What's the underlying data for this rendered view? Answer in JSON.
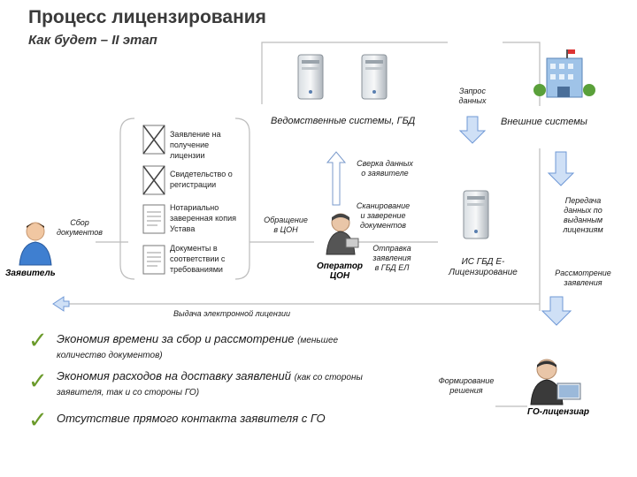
{
  "header": {
    "title": "Процесс лицензирования",
    "subtitle": "Как будет – II этап"
  },
  "nodes": {
    "request_data": "Запрос данных",
    "departmental": "Ведомственные системы, ГБД",
    "external": "Внешние системы",
    "check_data": "Сверка данных о заявителе",
    "collect_docs": "Сбор документов",
    "applicant": "Заявитель",
    "contact": "Обращение в ЦОН",
    "scan_docs": "Сканирование и заверение документов",
    "operator": "Оператор ЦОН",
    "send_app": "Отправка заявления в ГБД ЕЛ",
    "is_gbd": "ИС ГБД Е-Лицензирование",
    "transfer": "Передача данных по выданным лицензиям",
    "review": "Рассмотрение заявления",
    "issue": "Выдача электронной лицензии",
    "decision": "Формирование решения",
    "licensor": "ГО-лицензиар"
  },
  "documents": [
    "Заявление на получение лицензии",
    "Свидетельство о регистрации",
    "Нотариально заверенная копия Устава",
    "Документы в соответствии с требованиями"
  ],
  "benefits": [
    {
      "main": "Экономия времени  за сбор и рассмотрение",
      "note": "(меньшее",
      "cont": "количество документов)"
    },
    {
      "main": "Экономия расходов на доставку заявлений",
      "note": "(как со стороны",
      "cont": "заявителя, так и со стороны ГО)"
    },
    {
      "main": "Отсутствие прямого контакта заявителя с ГО",
      "note": "",
      "cont": ""
    }
  ],
  "colors": {
    "arrow_fill": "#cfe0f6",
    "arrow_stroke": "#6f98d6",
    "line": "#bcbcbc",
    "check": "#6a9a2a"
  },
  "icons": {
    "server": "server-icon",
    "building": "building-icon",
    "person": "person-icon",
    "document": "document-icon",
    "operator": "operator-icon",
    "checkmark": "checkmark-icon"
  }
}
